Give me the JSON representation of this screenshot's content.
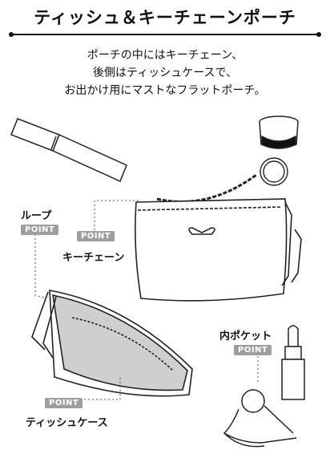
{
  "title": "ティッシュ＆キーチェーンポーチ",
  "description": [
    "ポーチの中にはキーチェーン、",
    "後側はティッシュケースで、",
    "お出かけ用にマストなフラットポーチ。"
  ],
  "callouts": {
    "loop": {
      "label": "ループ",
      "badge": "POINT"
    },
    "keychain": {
      "label": "キーチェーン",
      "badge": "POINT"
    },
    "inner_pocket": {
      "label": "内ポケット",
      "badge": "POINT"
    },
    "tissue_case": {
      "label": "ティッシュケース",
      "badge": "POINT"
    }
  }
}
